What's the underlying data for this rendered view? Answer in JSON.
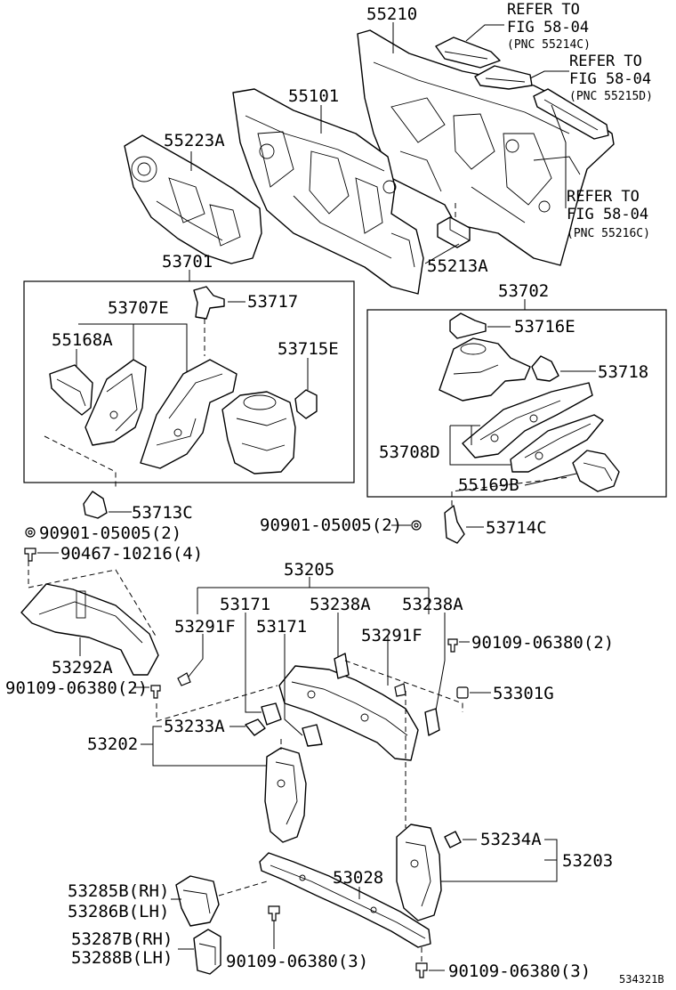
{
  "colors": {
    "ink": "#000000",
    "paper": "#ffffff"
  },
  "labels": {
    "p55210": "55210",
    "ref1_line1": "REFER TO",
    "ref1_line2": "FIG 58-04",
    "ref1_pnc": "(PNC 55214C)",
    "ref2_line1": "REFER TO",
    "ref2_line2": "FIG 58-04",
    "ref2_pnc": "(PNC 55215D)",
    "p55101": "55101",
    "p55223A": "55223A",
    "ref3_line1": "REFER TO",
    "ref3_line2": "FIG 58-04",
    "ref3_pnc": "(PNC 55216C)",
    "p55213A": "55213A",
    "p53701": "53701",
    "p53702": "53702",
    "p53707E": "53707E",
    "p53717": "53717",
    "p53716E": "53716E",
    "p55168A": "55168A",
    "p53715E": "53715E",
    "p53718": "53718",
    "p53708D": "53708D",
    "p55169B": "55169B",
    "p53713C": "53713C",
    "p90901_left": "90901-05005(2)",
    "p90901_right": "90901-05005(2)",
    "p53714C": "53714C",
    "p90467": "90467-10216(4)",
    "p53205": "53205",
    "p53171_a": "53171",
    "p53238A_a": "53238A",
    "p53238A_b": "53238A",
    "p53291F_a": "53291F",
    "p53171_b": "53171",
    "p53291F_b": "53291F",
    "p90109_upper_right": "90109-06380(2)",
    "p53292A": "53292A",
    "p90109_left": "90109-06380(2)",
    "p53301G": "53301G",
    "p53233A": "53233A",
    "p53202": "53202",
    "p53234A": "53234A",
    "p53203": "53203",
    "p53028": "53028",
    "p53285B": "53285B(RH)",
    "p53286B": "53286B(LH)",
    "p53287B": "53287B(RH)",
    "p53288B": "53288B(LH)",
    "p90109_bottom_mid": "90109-06380(3)",
    "p90109_bottom_right": "90109-06380(3)",
    "figure_code": "534321B"
  }
}
